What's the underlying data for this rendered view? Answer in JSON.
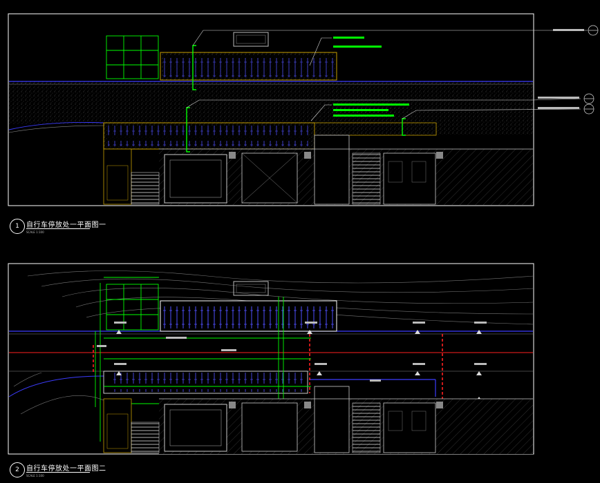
{
  "drawing_1": {
    "number": "1",
    "title": "自行车停放处一平面图一",
    "scale_label": "SCALE 1:100"
  },
  "drawing_2": {
    "number": "2",
    "title": "自行车停放处一平面图二",
    "scale_label": "SCALE 1:100"
  },
  "colors": {
    "background": "#000000",
    "frame": "#ffffff",
    "green": "#00ff00",
    "yellow": "#c8a000",
    "blue": "#3c3cff",
    "red": "#ff2020",
    "gray": "#9a9a9a"
  }
}
